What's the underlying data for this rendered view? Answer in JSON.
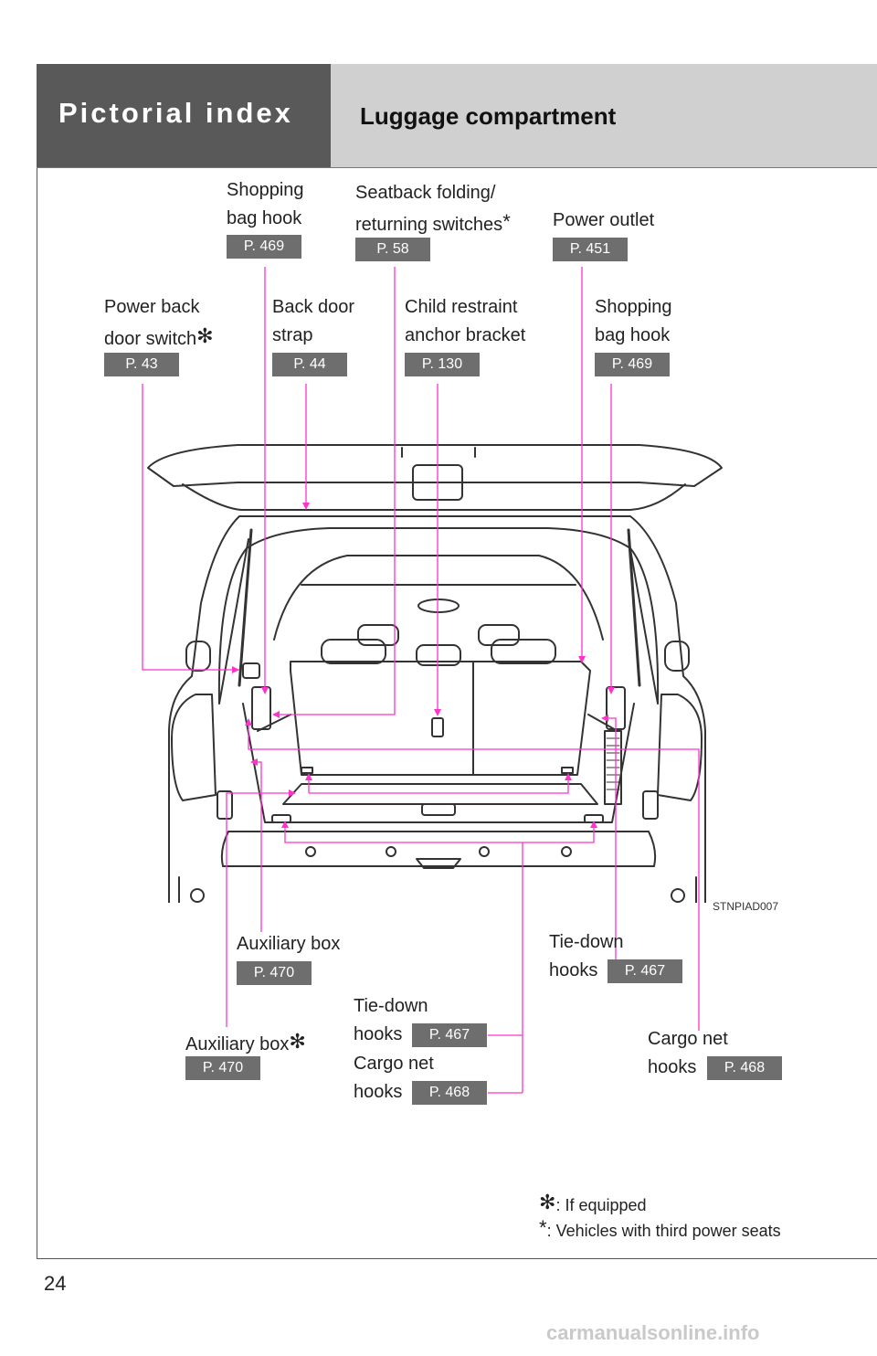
{
  "header": {
    "section": "Pictorial index",
    "title": "Luggage compartment"
  },
  "labels": {
    "shopping_hook_top": {
      "line1": "Shopping",
      "line2": "bag hook",
      "page": "P. 469"
    },
    "seatback_switch": {
      "line1": "Seatback folding/",
      "line2": "returning switches",
      "mark": "*",
      "page": "P. 58"
    },
    "power_outlet": {
      "line1": "Power outlet",
      "page": "P. 451"
    },
    "power_back_door": {
      "line1": "Power back",
      "line2": "door switch",
      "mark": "✻",
      "page": "P. 43"
    },
    "back_door_strap": {
      "line1": "Back door",
      "line2": "strap",
      "page": "P. 44"
    },
    "child_anchor": {
      "line1": "Child restraint",
      "line2": "anchor bracket",
      "page": "P. 130"
    },
    "shopping_hook_right": {
      "line1": "Shopping",
      "line2": "bag hook",
      "page": "P. 469"
    },
    "auxiliary_box": {
      "line1": "Auxiliary box",
      "page": "P. 470"
    },
    "auxiliary_box_opt": {
      "line1": "Auxiliary box",
      "mark": "✻",
      "page": "P. 470"
    },
    "tie_down_center": {
      "line1": "Tie-down",
      "line2": "hooks",
      "page": "P. 467"
    },
    "cargo_net_center": {
      "line1": "Cargo net",
      "line2": "hooks",
      "page": "P. 468"
    },
    "tie_down_right": {
      "line1": "Tie-down",
      "line2": "hooks",
      "page": "P. 467"
    },
    "cargo_net_right": {
      "line1": "Cargo net",
      "line2": "hooks",
      "page": "P. 468"
    }
  },
  "image_code": "STNPIAD007",
  "notes": {
    "if_equipped_mark": "✻",
    "if_equipped": ": If equipped",
    "third_seats_mark": "*",
    "third_seats": ": Vehicles with third power seats"
  },
  "page_number": "24",
  "watermark": "carmanualsonline.info",
  "colors": {
    "leader": "#ff33cc",
    "header_dark": "#595959",
    "header_light": "#d0d0d0",
    "badge": "#6e6e6e"
  }
}
